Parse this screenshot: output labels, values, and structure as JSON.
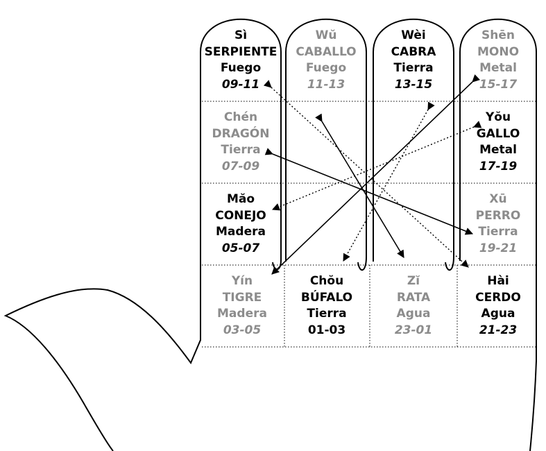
{
  "colors": {
    "active": "#000000",
    "inactive": "#8c8c8c",
    "outline": "#000000"
  },
  "cells": {
    "si": {
      "pinyin": "Sì",
      "animal": "SERPIENTE",
      "element": "Fuego",
      "hours": "09-11",
      "tone": "dark"
    },
    "wu": {
      "pinyin": "Wŭ",
      "animal": "CABALLO",
      "element": "Fuego",
      "hours": "11-13",
      "tone": "light"
    },
    "wei": {
      "pinyin": "Wèi",
      "animal": "CABRA",
      "element": "Tierra",
      "hours": "13-15",
      "tone": "dark"
    },
    "shen": {
      "pinyin": "Shēn",
      "animal": "MONO",
      "element": "Metal",
      "hours": "15-17",
      "tone": "light"
    },
    "chen": {
      "pinyin": "Chén",
      "animal": "DRAGÓN",
      "element": "Tierra",
      "hours": "07-09",
      "tone": "light"
    },
    "you": {
      "pinyin": "Yŏu",
      "animal": "GALLO",
      "element": "Metal",
      "hours": "17-19",
      "tone": "dark"
    },
    "mao": {
      "pinyin": "Măo",
      "animal": "CONEJO",
      "element": "Madera",
      "hours": "05-07",
      "tone": "dark"
    },
    "xu": {
      "pinyin": "Xū",
      "animal": "PERRO",
      "element": "Tierra",
      "hours": "19-21",
      "tone": "light"
    },
    "yin": {
      "pinyin": "Yín",
      "animal": "TIGRE",
      "element": "Madera",
      "hours": "03-05",
      "tone": "light"
    },
    "chou": {
      "pinyin": "Chŏu",
      "animal": "BÚFALO",
      "element": "Tierra",
      "hours": "01-03",
      "tone": "dark"
    },
    "zi": {
      "pinyin": "Zĭ",
      "animal": "RATA",
      "element": "Agua",
      "hours": "23-01",
      "tone": "light"
    },
    "hai": {
      "pinyin": "Hài",
      "animal": "CERDO",
      "element": "Agua",
      "hours": "21-23",
      "tone": "dark"
    }
  },
  "connections": [
    {
      "from": "si",
      "to": "hai",
      "style": "dotted"
    },
    {
      "from": "wu",
      "to": "zi",
      "style": "solid"
    },
    {
      "from": "wei",
      "to": "chou",
      "style": "dotted"
    },
    {
      "from": "shen",
      "to": "yin",
      "style": "solid"
    },
    {
      "from": "chen",
      "to": "xu",
      "style": "solid"
    },
    {
      "from": "you",
      "to": "mao",
      "style": "dotted"
    }
  ]
}
